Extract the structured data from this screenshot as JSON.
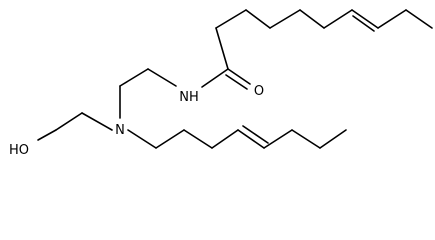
{
  "molecule": {
    "atom_labels": {
      "nh": "NH",
      "o": "O",
      "n": "N",
      "ho": "HO"
    },
    "colors": {
      "bond": "#000000",
      "label": "#000000",
      "background": "#ffffff"
    }
  }
}
